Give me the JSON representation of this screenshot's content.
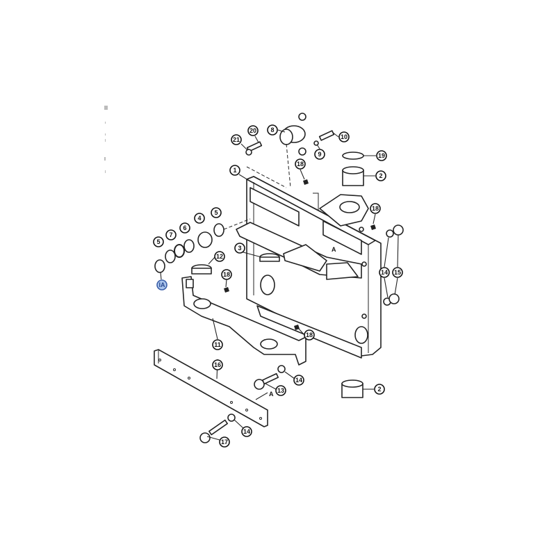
{
  "diagram": {
    "type": "exploded parts diagram",
    "callouts": [
      "21",
      "20",
      "8",
      "9",
      "10",
      "19",
      "2",
      "18",
      "1",
      "18",
      "5",
      "4",
      "6",
      "7",
      "5",
      "IA",
      "3",
      "12",
      "18",
      "14",
      "15",
      "11",
      "16",
      "18",
      "14",
      "13",
      "2",
      "17",
      "14"
    ],
    "reference_labels": [
      "A",
      "A"
    ],
    "highlight_color": "#a9c4ec"
  }
}
